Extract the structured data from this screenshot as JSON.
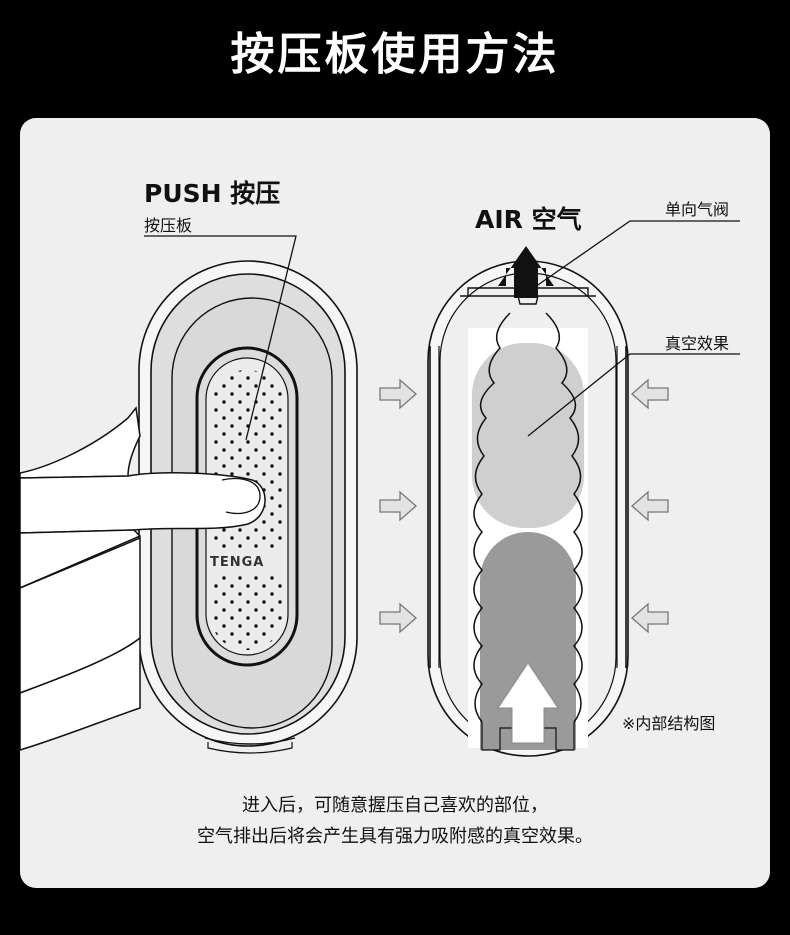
{
  "header": {
    "title": "按压板使用方法"
  },
  "left_diagram": {
    "push_title": "PUSH 按压",
    "push_subtitle": "按压板",
    "brand_logo_text": "TENGA"
  },
  "right_diagram": {
    "air_title": "AIR 空气",
    "valve_label": "单向气阀",
    "vacuum_label": "真空效果",
    "note": "※内部结构图"
  },
  "description": {
    "line1": "进入后，可随意握压自己喜欢的部位，",
    "line2": "空气排出后将会产生具有强力吸附感的真空效果。"
  },
  "colors": {
    "background": "#000000",
    "card": "#efefef",
    "ink": "#111111",
    "vacuum_gray": "#cfcfcf",
    "solid_gray": "#9a9a9a"
  }
}
